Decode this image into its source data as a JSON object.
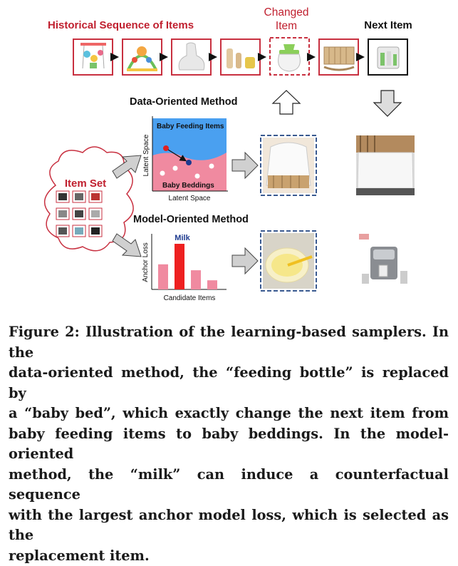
{
  "header": {
    "historical_label": "Historical Sequence of Items",
    "changed_label_line1": "Changed",
    "changed_label_line2": "Item",
    "next_label": "Next Item"
  },
  "item_set": {
    "title": "Item Set"
  },
  "data_oriented": {
    "title": "Data-Oriented Method",
    "region_top_label": "Baby Feeding Items",
    "region_bottom_label": "Baby Beddings",
    "y_axis_label": "Latent Space",
    "x_axis_label": "Latent Space"
  },
  "model_oriented": {
    "title": "Model-Oriented Method",
    "highlight_label": "Milk",
    "y_axis_label": "Anchor Loss",
    "x_axis_label": "Candidate Items"
  },
  "chart_data": {
    "type": "bar",
    "xlabel": "Candidate Items",
    "ylabel": "Anchor Loss",
    "values": [
      0.55,
      1.0,
      0.42,
      0.2
    ],
    "highlight_index": 1,
    "highlight_label": "Milk",
    "colors": {
      "normal": "#f08aa0",
      "highlight": "#ee2020"
    }
  },
  "colors": {
    "red_label": "#c0202f",
    "arrow_gray": "#d0d0d0",
    "frame_red": "#c83040",
    "frame_blue": "#3a5a90",
    "latent_blue": "#4aa0f0",
    "latent_pink": "#f08aa0"
  },
  "caption": {
    "lines": [
      "Figure 2: Illustration of the learning-based samplers. In the",
      "data-oriented method, the “feeding bottle” is replaced by",
      "a “baby bed”, which exactly change the next item from",
      "baby feeding items to baby beddings. In the model-oriented",
      "method, the “milk” can induce a counterfactual sequence",
      "with the largest anchor model loss, which is selected as the",
      "replacement item."
    ]
  }
}
